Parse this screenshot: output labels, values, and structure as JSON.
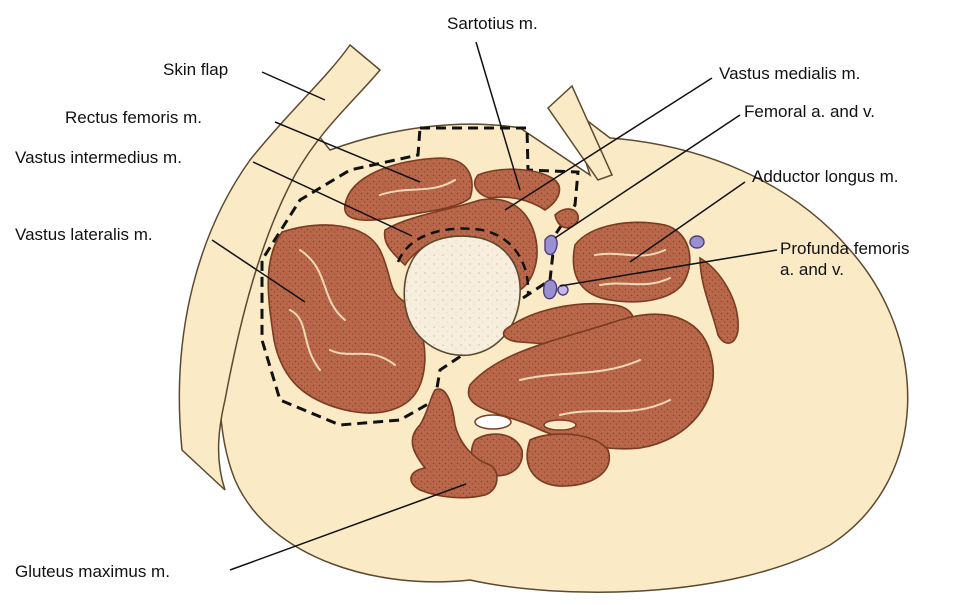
{
  "colors": {
    "background": "#ffffff",
    "subcutaneous": "#fbeac6",
    "muscle": "#b8674a",
    "muscle_outline": "#7a3b20",
    "muscle_stipple": "#8c4328",
    "fascia_lines": "#f2d9b8",
    "bone": "#f7eedd",
    "vessel": "#9a8fd0",
    "leader": "#111111"
  },
  "labels": {
    "sartorius": "Sartotius m.",
    "skin_flap": "Skin flap",
    "vastus_medialis": "Vastus medialis m.",
    "rectus_femoris": "Rectus femoris m.",
    "femoral": "Femoral a. and v.",
    "vastus_intermedius": "Vastus intermedius m.",
    "adductor_longus": "Adductor longus m.",
    "vastus_lateralis": "Vastus lateralis m.",
    "profunda_line1": "Profunda femoris",
    "profunda_line2": "a. and v.",
    "gluteus_maximus": "Gluteus maximus m."
  },
  "icons": {
    "femur": "femur-bone-cross-section",
    "vessels": "blood-vessel-icon"
  }
}
